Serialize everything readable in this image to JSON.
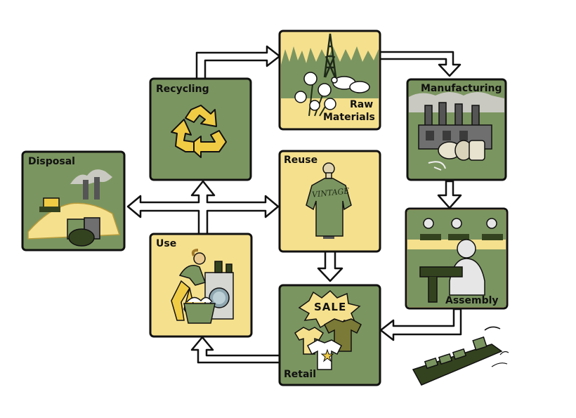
{
  "stages": {
    "raw_materials": {
      "line1": "Raw",
      "line2": "Materials"
    },
    "manufacturing": {
      "label": "Manufacturing"
    },
    "assembly": {
      "label": "Assembly"
    },
    "retail": {
      "label": "Retail",
      "sale_sign": "SALE"
    },
    "use": {
      "label": "Use"
    },
    "reuse": {
      "label": "Reuse",
      "shirt_print": "VINTAGE"
    },
    "recycling": {
      "label": "Recycling"
    },
    "disposal": {
      "label": "Disposal"
    }
  },
  "colors": {
    "dark_panel": "#7b9560",
    "light_panel": "#f5e08e",
    "outline": "#111111",
    "arrow_fill": "#ffffff",
    "recycle_symbol": "#f0cc45",
    "dark_green": "#34431f"
  },
  "flow": [
    "recycling-to-raw-materials",
    "raw-materials-to-manufacturing",
    "manufacturing-to-assembly",
    "assembly-to-retail",
    "retail-to-use",
    "use-to-recycling",
    "use-to-disposal",
    "use-to-reuse",
    "reuse-to-retail"
  ]
}
